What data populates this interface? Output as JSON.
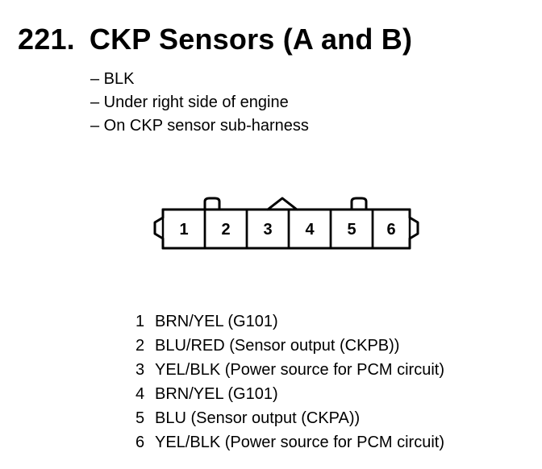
{
  "title": {
    "number": "221.",
    "text": "CKP Sensors (A and B)"
  },
  "details": [
    "– BLK",
    "– Under right side of engine",
    "– On CKP sensor sub-harness"
  ],
  "connector": {
    "pins": [
      "1",
      "2",
      "3",
      "4",
      "5",
      "6"
    ]
  },
  "pinout": [
    {
      "num": "1",
      "desc": "BRN/YEL (G101)"
    },
    {
      "num": "2",
      "desc": "BLU/RED (Sensor output (CKPB))"
    },
    {
      "num": "3",
      "desc": "YEL/BLK (Power source for PCM circuit)"
    },
    {
      "num": "4",
      "desc": "BRN/YEL (G101)"
    },
    {
      "num": "5",
      "desc": "BLU (Sensor output (CKPA))"
    },
    {
      "num": "6",
      "desc": "YEL/BLK (Power source for PCM circuit)"
    }
  ]
}
